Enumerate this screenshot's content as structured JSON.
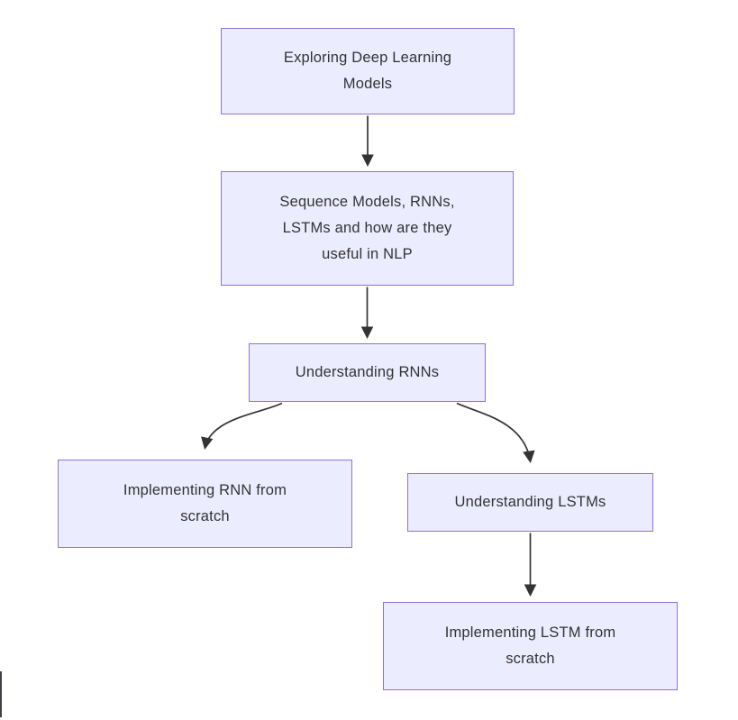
{
  "diagram": {
    "kind": "flowchart",
    "direction": "top-down",
    "colors": {
      "background": "#ffffff",
      "node_fill": "#ECECFF",
      "node_border": "#9370DB",
      "text": "#333333",
      "edge": "#333333"
    },
    "nodes": [
      {
        "id": "explore",
        "label": "Exploring Deep Learning Models"
      },
      {
        "id": "sequence",
        "label": "Sequence Models, RNNs, LSTMs and how are they useful in NLP"
      },
      {
        "id": "und-rnn",
        "label": "Understanding RNNs"
      },
      {
        "id": "impl-rnn",
        "label": "Implementing RNN from scratch"
      },
      {
        "id": "und-lstm",
        "label": "Understanding LSTMs"
      },
      {
        "id": "impl-lstm",
        "label": "Implementing LSTM from scratch"
      }
    ],
    "edges": [
      {
        "from": "explore",
        "to": "sequence"
      },
      {
        "from": "sequence",
        "to": "und-rnn"
      },
      {
        "from": "und-rnn",
        "to": "impl-rnn"
      },
      {
        "from": "und-rnn",
        "to": "und-lstm"
      },
      {
        "from": "und-lstm",
        "to": "impl-lstm"
      }
    ]
  }
}
